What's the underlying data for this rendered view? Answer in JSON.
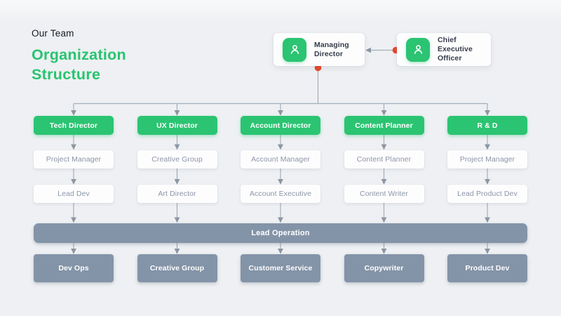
{
  "header": {
    "eyebrow": "Our Team",
    "title": "Organization Structure"
  },
  "executives": {
    "managing_director": {
      "label": "Managing Director",
      "icon": "person-icon"
    },
    "ceo": {
      "label": "Chief Executive Officer",
      "icon": "person-icon"
    }
  },
  "columns": [
    {
      "department": "Tech Director",
      "level1": "Project Manager",
      "level2": "Lead Dev",
      "team": "Dev Ops"
    },
    {
      "department": "UX Director",
      "level1": "Creative Group",
      "level2": "Art Director",
      "team": "Creative Group"
    },
    {
      "department": "Account Director",
      "level1": "Account Manager",
      "level2": "Account Executive",
      "team": "Customer Service"
    },
    {
      "department": "Content Planner",
      "level1": "Content Planner",
      "level2": "Content Writer",
      "team": "Copywriter"
    },
    {
      "department": "R & D",
      "level1": "Project Manager",
      "level2": "Lead Product Dev",
      "team": "Product Dev"
    }
  ],
  "operations_bar": {
    "label": "Lead Operation"
  },
  "colors": {
    "accent_green": "#2bc472",
    "slate_gray": "#8494a8",
    "connector_line": "#a4adb8",
    "connector_dot_red": "#e8492b",
    "background": "#eef0f3",
    "card_text_dark": "#353c4a",
    "muted_role_text": "#8c95a6"
  }
}
